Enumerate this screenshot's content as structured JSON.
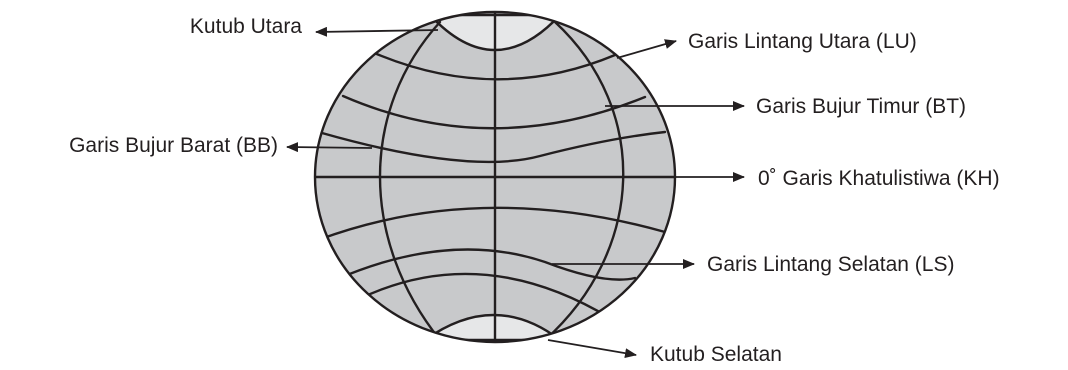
{
  "labels": {
    "north_pole": "Kutub Utara",
    "north_latitude": "Garis Lintang Utara (LU)",
    "east_longitude": "Garis Bujur Timur (BT)",
    "west_longitude": "Garis Bujur Barat (BB)",
    "equator": "0˚ Garis Khatulistiwa (KH)",
    "south_latitude": "Garis Lintang Selatan (LS)",
    "south_pole": "Kutub Selatan"
  },
  "colors": {
    "globe_fill": "#c8c9cb",
    "pole_cap_fill": "#e6e7e8",
    "line": "#231f20",
    "background": "#ffffff"
  }
}
